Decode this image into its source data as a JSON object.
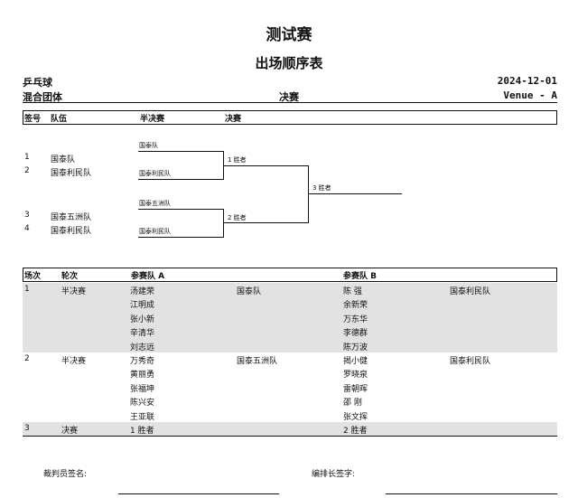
{
  "header": {
    "title": "测试赛",
    "subtitle": "出场顺序表",
    "sport": "乒乓球",
    "event": "混合团体",
    "stage": "决赛",
    "date": "2024-12-01",
    "venue": "Venue - A"
  },
  "draw": {
    "columns": [
      "签号",
      "队伍",
      "半决赛",
      "决赛"
    ],
    "entries": [
      {
        "seed": "1",
        "team": "国泰队"
      },
      {
        "seed": "2",
        "team": "国泰利民队"
      },
      {
        "seed": "3",
        "team": "国泰五洲队"
      },
      {
        "seed": "4",
        "team": "国泰利民队"
      }
    ],
    "semi_labels": [
      "国泰队",
      "国泰利民队",
      "国泰五洲队",
      "国泰利民队"
    ],
    "final_labels": [
      "1 胜者",
      "2 胜者"
    ],
    "champion_label": "3 胜者"
  },
  "matches": {
    "columns": [
      "场次",
      "轮次",
      "参赛队 A",
      "参赛队 B"
    ],
    "rows": [
      {
        "no": "1",
        "round": "半决赛",
        "team_a": "国泰队",
        "team_b": "国泰利民队",
        "players_a": [
          "汤建荣",
          "江明成",
          "张小新",
          "辛清华",
          "刘志远"
        ],
        "players_b": [
          "陈 强",
          "余新荣",
          "万东华",
          "李德群",
          "陈万波"
        ]
      },
      {
        "no": "2",
        "round": "半决赛",
        "team_a": "国泰五洲队",
        "team_b": "国泰利民队",
        "players_a": [
          "万秀奇",
          "黄丽勇",
          "张福坤",
          "陈兴安",
          "王亚联"
        ],
        "players_b": [
          "揭小健",
          "罗晓泉",
          "雷朝晖",
          "邵 刚",
          "张文挥"
        ]
      }
    ],
    "final": {
      "no": "3",
      "round": "决赛",
      "a": "1 胜者",
      "b": "2 胜者"
    }
  },
  "signatures": {
    "referee": "裁判员签名:",
    "arranger": "编排长签字:"
  }
}
